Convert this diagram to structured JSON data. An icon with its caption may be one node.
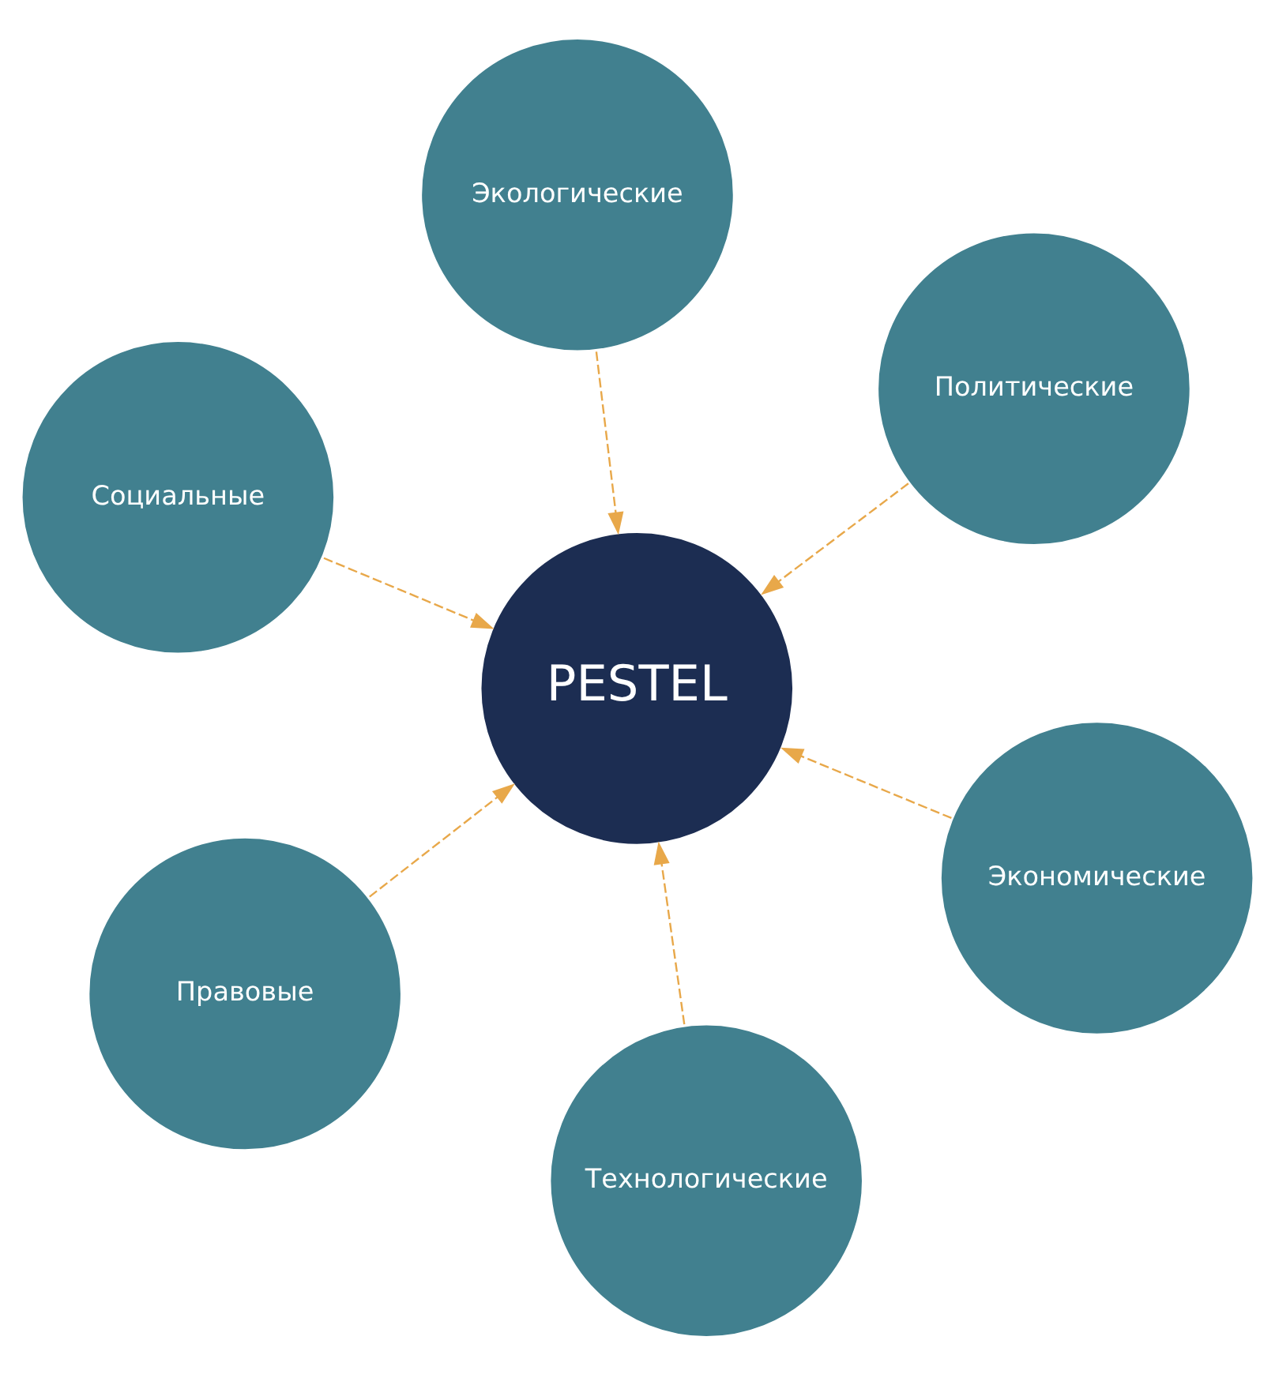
{
  "diagram": {
    "nodes": [
      {
        "text": [
          "Социальные"
        ]
      },
      {
        "text": [
          "Экономические"
        ]
      },
      {
        "text": [
          "Технологические"
        ]
      },
      {
        "text": [
          "PESTEL"
        ]
      },
      {
        "text": [
          "Политические"
        ]
      },
      {
        "text": [
          "Экологические"
        ]
      },
      {
        "text": [
          "Правовые"
        ]
      }
    ],
    "edges": [
      {
        "from": 0,
        "to": 3,
        "arrow": "to",
        "style": "dashed"
      },
      {
        "from": 1,
        "to": 3,
        "arrow": "to",
        "style": "dashed"
      },
      {
        "from": 2,
        "to": 3,
        "arrow": "to",
        "style": "dashed"
      },
      {
        "from": 4,
        "to": 3,
        "arrow": "to",
        "style": "dashed"
      },
      {
        "from": 5,
        "to": 3,
        "arrow": "to",
        "style": "dashed"
      },
      {
        "from": 6,
        "to": 3,
        "arrow": "to",
        "style": "dashed"
      }
    ]
  }
}
